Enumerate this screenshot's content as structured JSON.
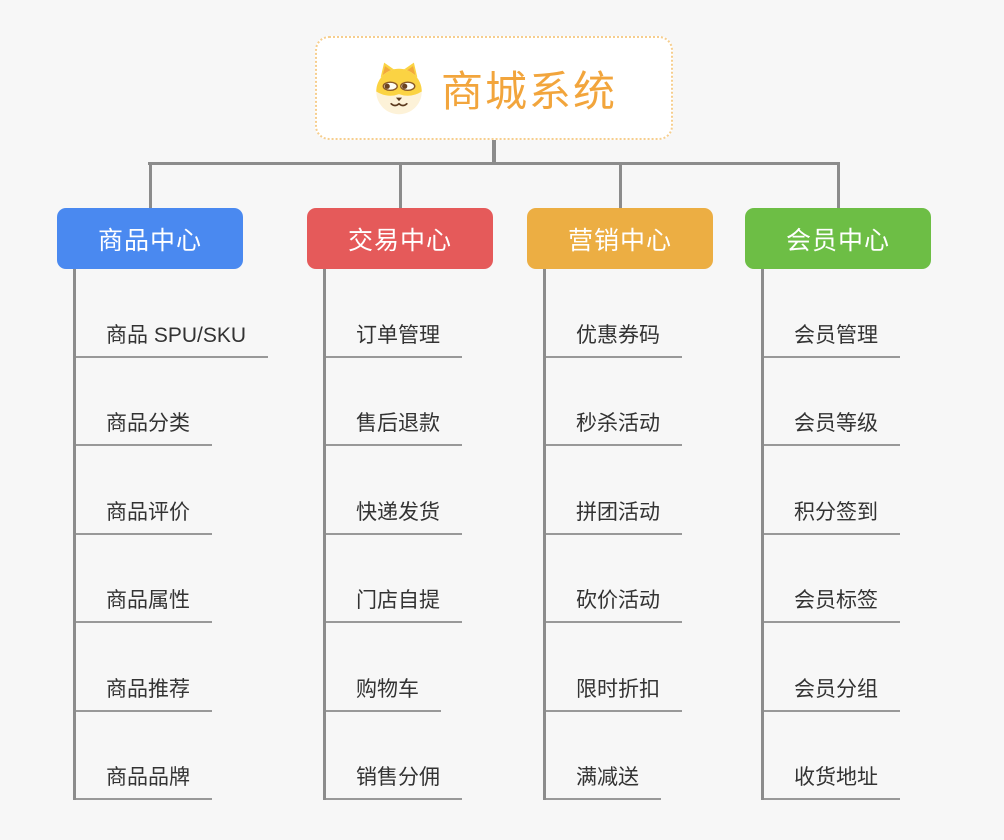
{
  "page": {
    "background_color": "#f7f7f7",
    "connector_color": "#8c8c8c"
  },
  "root": {
    "title": "商城系统",
    "icon": "dog-face-icon",
    "title_color": "#f2a53c",
    "border_color": "#f6ce8e"
  },
  "branches": [
    {
      "label": "商品中心",
      "color": "#4a89f0",
      "items": [
        "商品 SPU/SKU",
        "商品分类",
        "商品评价",
        "商品属性",
        "商品推荐",
        "商品品牌"
      ]
    },
    {
      "label": "交易中心",
      "color": "#e55a5a",
      "items": [
        "订单管理",
        "售后退款",
        "快递发货",
        "门店自提",
        "购物车",
        "销售分佣"
      ]
    },
    {
      "label": "营销中心",
      "color": "#ecae43",
      "items": [
        "优惠券码",
        "秒杀活动",
        "拼团活动",
        "砍价活动",
        "限时折扣",
        "满减送"
      ]
    },
    {
      "label": "会员中心",
      "color": "#6dbe45",
      "items": [
        "会员管理",
        "会员等级",
        "积分签到",
        "会员标签",
        "会员分组",
        "收货地址"
      ]
    }
  ]
}
